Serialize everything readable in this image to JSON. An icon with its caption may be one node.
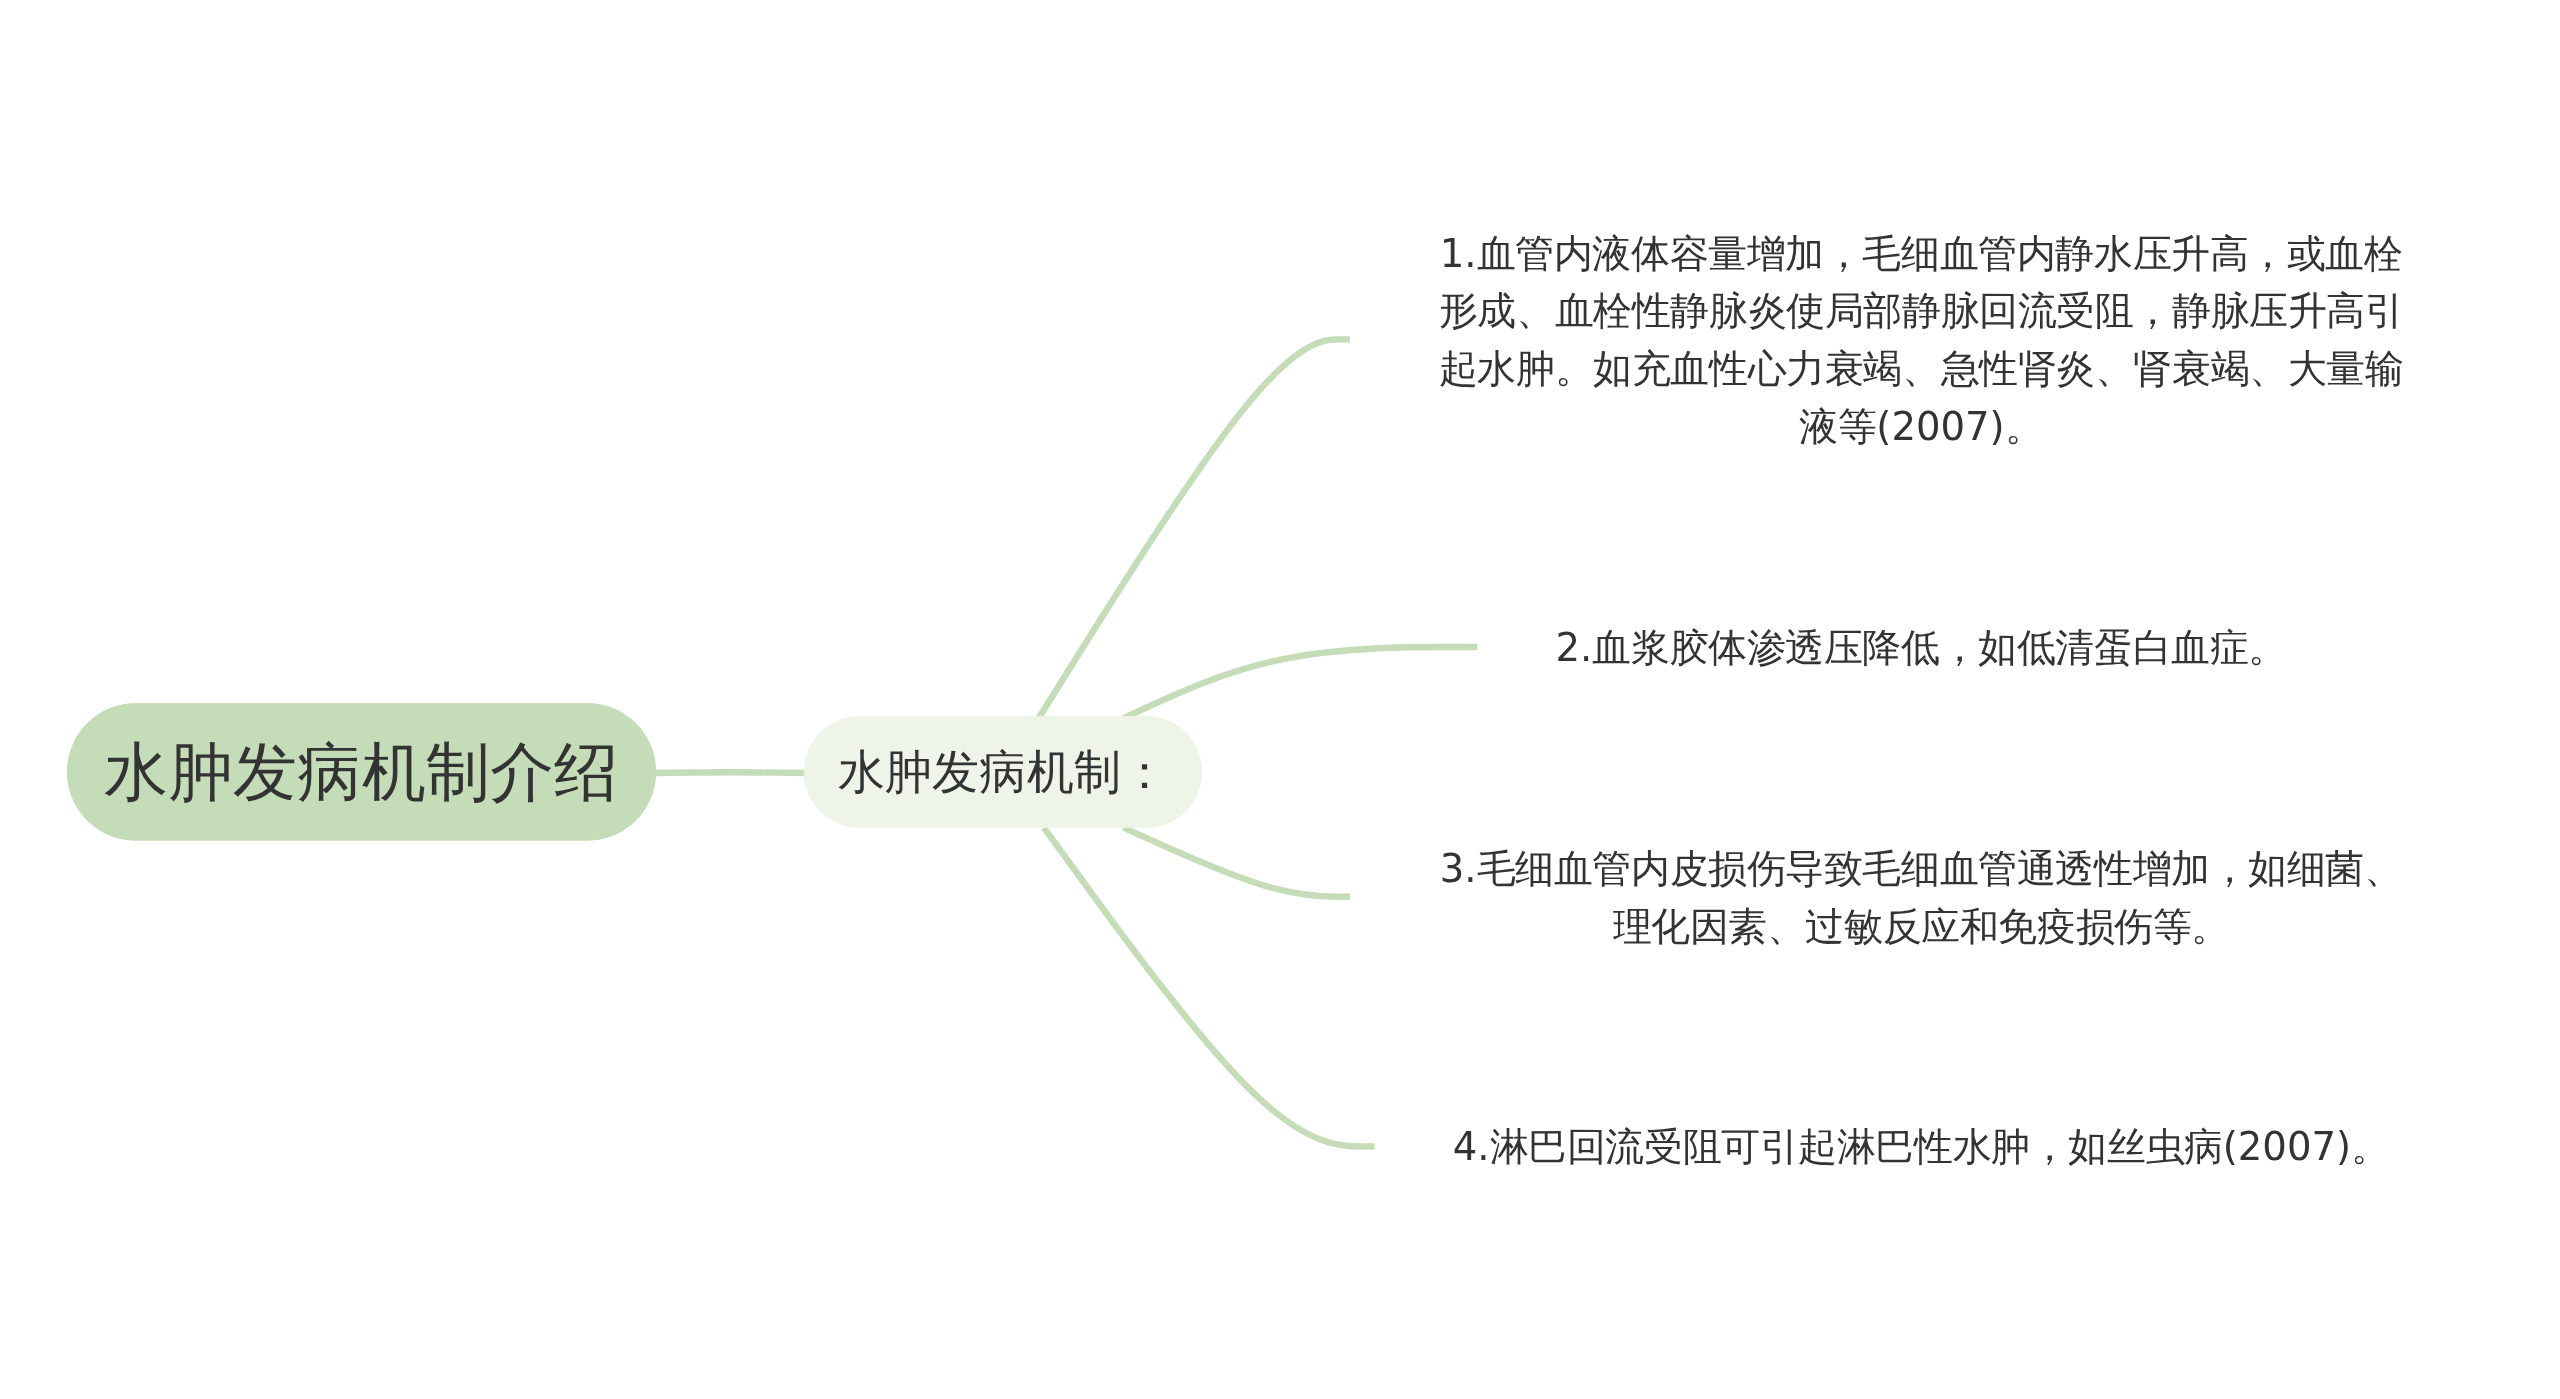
{
  "diagram": {
    "nodes": [
      {
        "text": [
          "水肿发病机制介绍"
        ]
      },
      {
        "text": [
          "水肿发病机制："
        ]
      },
      {
        "text": [
          "1.血管内液体容量增加，毛细血管内静水压升高，或血栓形成、血栓性静脉炎使局部静脉回流受阻，静脉压升高引起水肿。如充血性心力衰竭、急性肾炎、肾衰竭、大量输液等(2007)。"
        ]
      },
      {
        "text": [
          "2.血浆胶体渗透压降低，如低清蛋白血症。"
        ]
      },
      {
        "text": [
          "3.毛细血管内皮损伤导致毛细血管通透性增加，如细菌、理化因素、过敏反应和免疫损伤等。"
        ]
      },
      {
        "text": [
          "4.淋巴回流受阻可引起淋巴性水肿，如丝虫病(2007)。"
        ]
      }
    ],
    "edges": [
      {
        "from": 0,
        "to": 1,
        "arrow": "none"
      },
      {
        "from": 1,
        "to": 2,
        "arrow": "none"
      },
      {
        "from": 1,
        "to": 3,
        "arrow": "none"
      },
      {
        "from": 1,
        "to": 4,
        "arrow": "none"
      },
      {
        "from": 1,
        "to": 5,
        "arrow": "none"
      }
    ]
  }
}
